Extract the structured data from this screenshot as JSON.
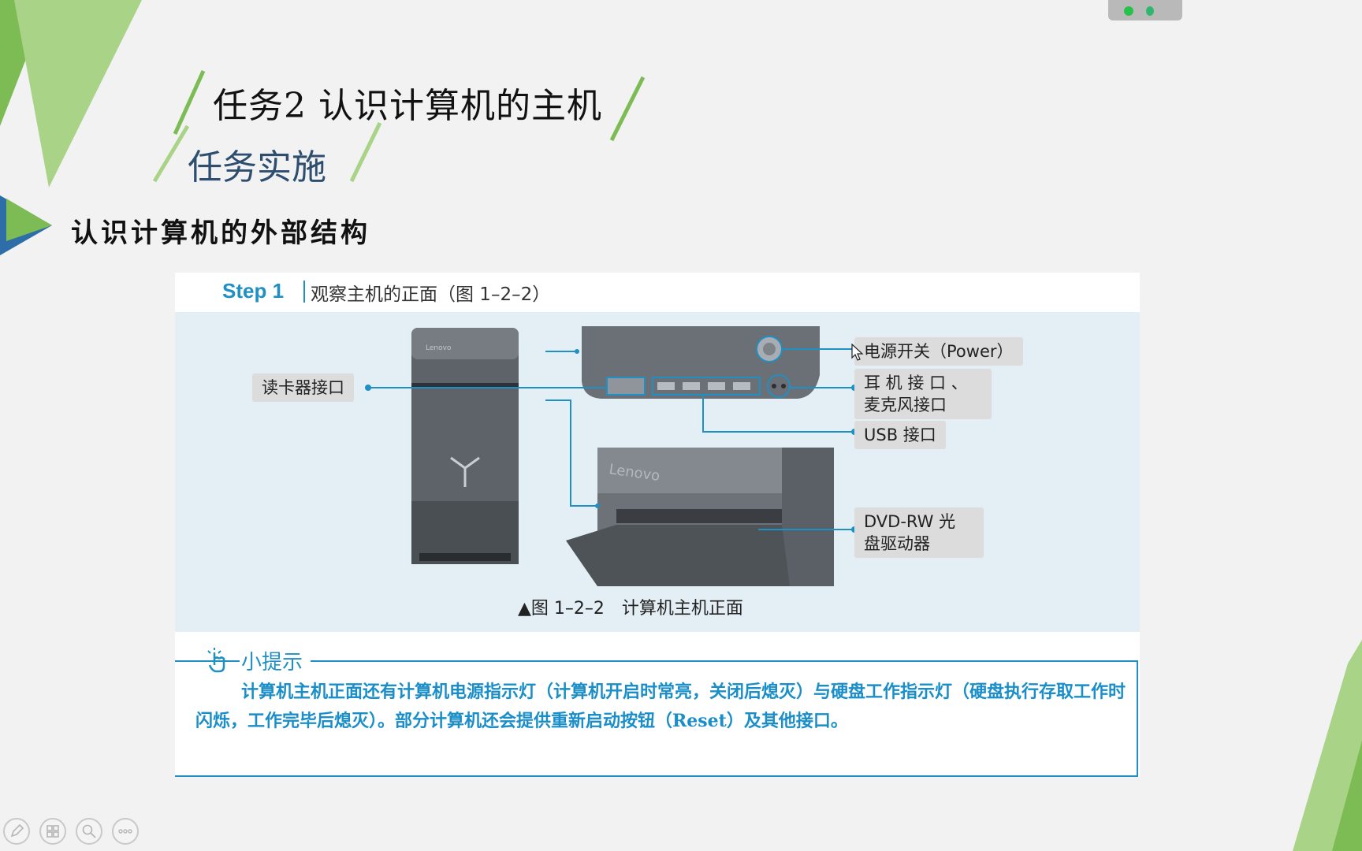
{
  "slide": {
    "title": "任务2 认识计算机的主机",
    "subtitle": "任务实施",
    "section_heading": "认识计算机的外部结构"
  },
  "figure": {
    "step_label": "Step 1",
    "step_text": "观察主机的正面（图 1–2–2）",
    "callouts": {
      "card_reader": "读卡器接口",
      "power": "电源开关（Power）",
      "audio_line1": "耳 机 接 口 、",
      "audio_line2": "麦克风接口",
      "usb": "USB 接口",
      "dvd_line1": "DVD-RW 光",
      "dvd_line2": "盘驱动器"
    },
    "case_brand": "Lenovo",
    "caption": "▲图 1–2–2　计算机主机正面"
  },
  "tip": {
    "title": "小提示",
    "text": "计算机主机正面还有计算机电源指示灯（计算机开启时常亮，关闭后熄灭）与硬盘工作指示灯（硬盘执行存取工作时闪烁，工作完毕后熄灭）。部分计算机还会提供重新启动按钮（Reset）及其他接口。"
  },
  "colors": {
    "accent_blue": "#1f8fc4",
    "deco_green": "#7dbb54",
    "deco_light_green": "#b5d88f",
    "title_blue": "#2e4e70",
    "figure_bg": "#e3eff4"
  },
  "toolbar": {
    "icons": [
      "pen-icon",
      "slides-icon",
      "zoom-icon",
      "more-icon"
    ]
  }
}
